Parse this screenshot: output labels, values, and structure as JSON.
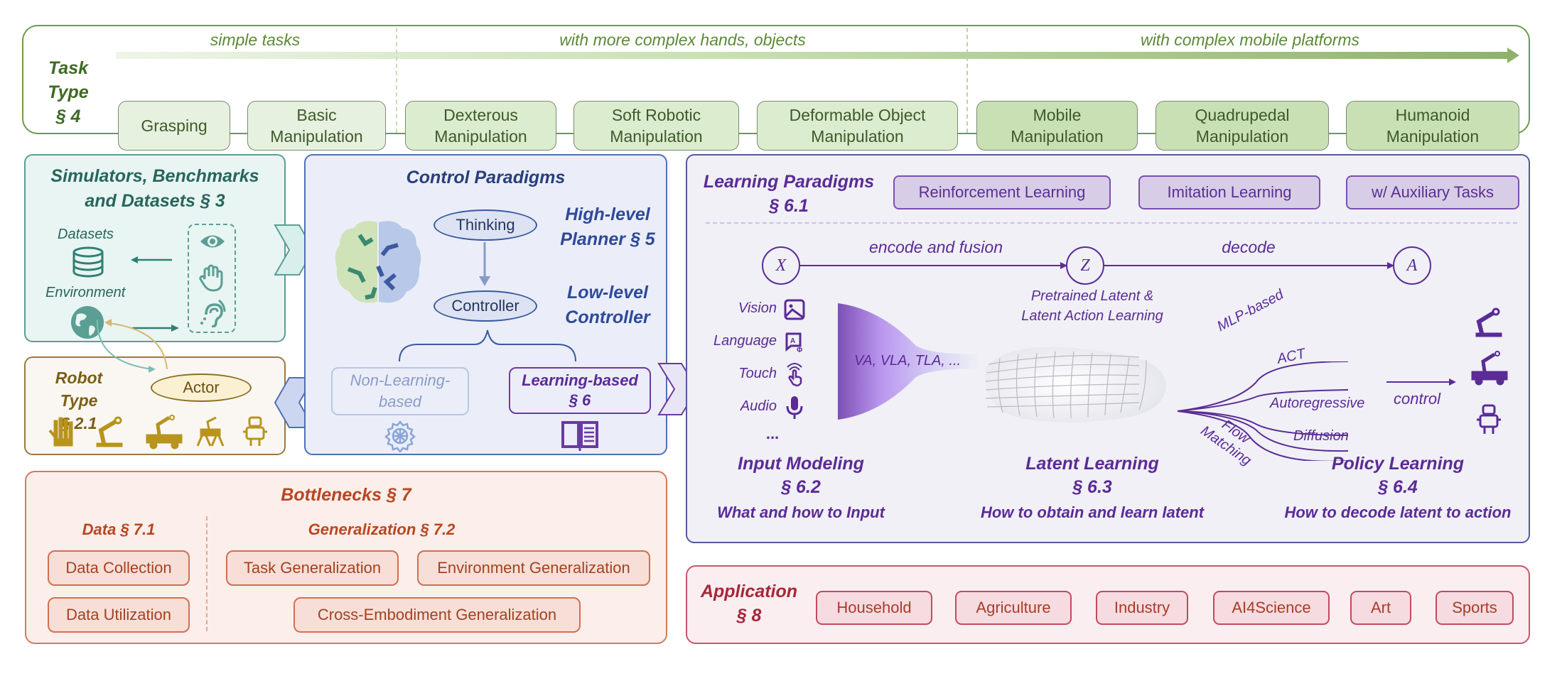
{
  "task_type": {
    "title": "Task Type",
    "section": "§ 4",
    "stages": [
      {
        "label": "simple tasks"
      },
      {
        "label": "with more complex hands, objects"
      },
      {
        "label": "with complex mobile platforms"
      }
    ],
    "tasks": [
      {
        "line1": "Grasping",
        "line2": ""
      },
      {
        "line1": "Basic",
        "line2": "Manipulation"
      },
      {
        "line1": "Dexterous",
        "line2": "Manipulation"
      },
      {
        "line1": "Soft Robotic",
        "line2": "Manipulation"
      },
      {
        "line1": "Deformable Object",
        "line2": "Manipulation"
      },
      {
        "line1": "Mobile",
        "line2": "Manipulation"
      },
      {
        "line1": "Quadrupedal",
        "line2": "Manipulation"
      },
      {
        "line1": "Humanoid",
        "line2": "Manipulation"
      }
    ]
  },
  "simulators": {
    "title_line1": "Simulators, Benchmarks",
    "title_line2": "and Datasets § 3",
    "datasets_label": "Datasets",
    "environment_label": "Environment",
    "sensors": [
      "eye-icon",
      "hand-icon",
      "ear-icon"
    ]
  },
  "robot_type": {
    "title": "Robot Type",
    "section": "§ 2.1",
    "actor_label": "Actor",
    "robots": [
      "robotic-hand-icon",
      "robot-arm-icon",
      "mobile-manipulator-icon",
      "quadruped-robot-icon",
      "humanoid-robot-icon"
    ]
  },
  "control_paradigms": {
    "title": "Control Paradigms",
    "thinking": "Thinking",
    "controller": "Controller",
    "high_level_line1": "High-level",
    "high_level_line2": "Planner § 5",
    "low_level_line1": "Low-level",
    "low_level_line2": "Controller",
    "non_learning_line1": "Non-Learning-",
    "non_learning_line2": "based",
    "learning_line1": "Learning-based",
    "learning_line2": "§ 6"
  },
  "learning_paradigms": {
    "title": "Learning Paradigms",
    "section": "§ 6.1",
    "paradigms": [
      "Reinforcement Learning",
      "Imitation Learning",
      "w/ Auxiliary Tasks"
    ],
    "nodes": {
      "x": "X",
      "z": "Z",
      "a": "A"
    },
    "encode_label": "encode and fusion",
    "decode_label": "decode",
    "modalities": [
      {
        "label": "Vision",
        "icon": "image-icon"
      },
      {
        "label": "Language",
        "icon": "translate-icon"
      },
      {
        "label": "Touch",
        "icon": "touch-icon"
      },
      {
        "label": "Audio",
        "icon": "microphone-icon"
      }
    ],
    "ellipsis": "...",
    "funnel_label": "VA, VLA, TLA, ...",
    "latent_label_line1": "Pretrained Latent &",
    "latent_label_line2": "Latent Action Learning",
    "policies": [
      "MLP-based",
      "ACT",
      "Autoregressive",
      "Diffusion",
      "Flow Matching"
    ],
    "flow_line1": "Flow",
    "flow_line2": "Matching",
    "control_label": "control",
    "sections": [
      {
        "title": "Input Modeling",
        "section": "§ 6.2",
        "subtitle": "What and how to Input"
      },
      {
        "title": "Latent Learning",
        "section": "§ 6.3",
        "subtitle": "How to obtain and learn latent"
      },
      {
        "title": "Policy Learning",
        "section": "§ 6.4",
        "subtitle": "How to decode latent to action"
      }
    ]
  },
  "bottlenecks": {
    "title": "Bottlenecks § 7",
    "data_title": "Data § 7.1",
    "gen_title": "Generalization § 7.2",
    "data_items": [
      "Data Collection",
      "Data Utilization"
    ],
    "gen_items": [
      "Task Generalization",
      "Environment Generalization",
      "Cross-Embodiment Generalization"
    ]
  },
  "application": {
    "title": "Application",
    "section": "§ 8",
    "items": [
      "Household",
      "Agriculture",
      "Industry",
      "AI4Science",
      "Art",
      "Sports"
    ]
  }
}
